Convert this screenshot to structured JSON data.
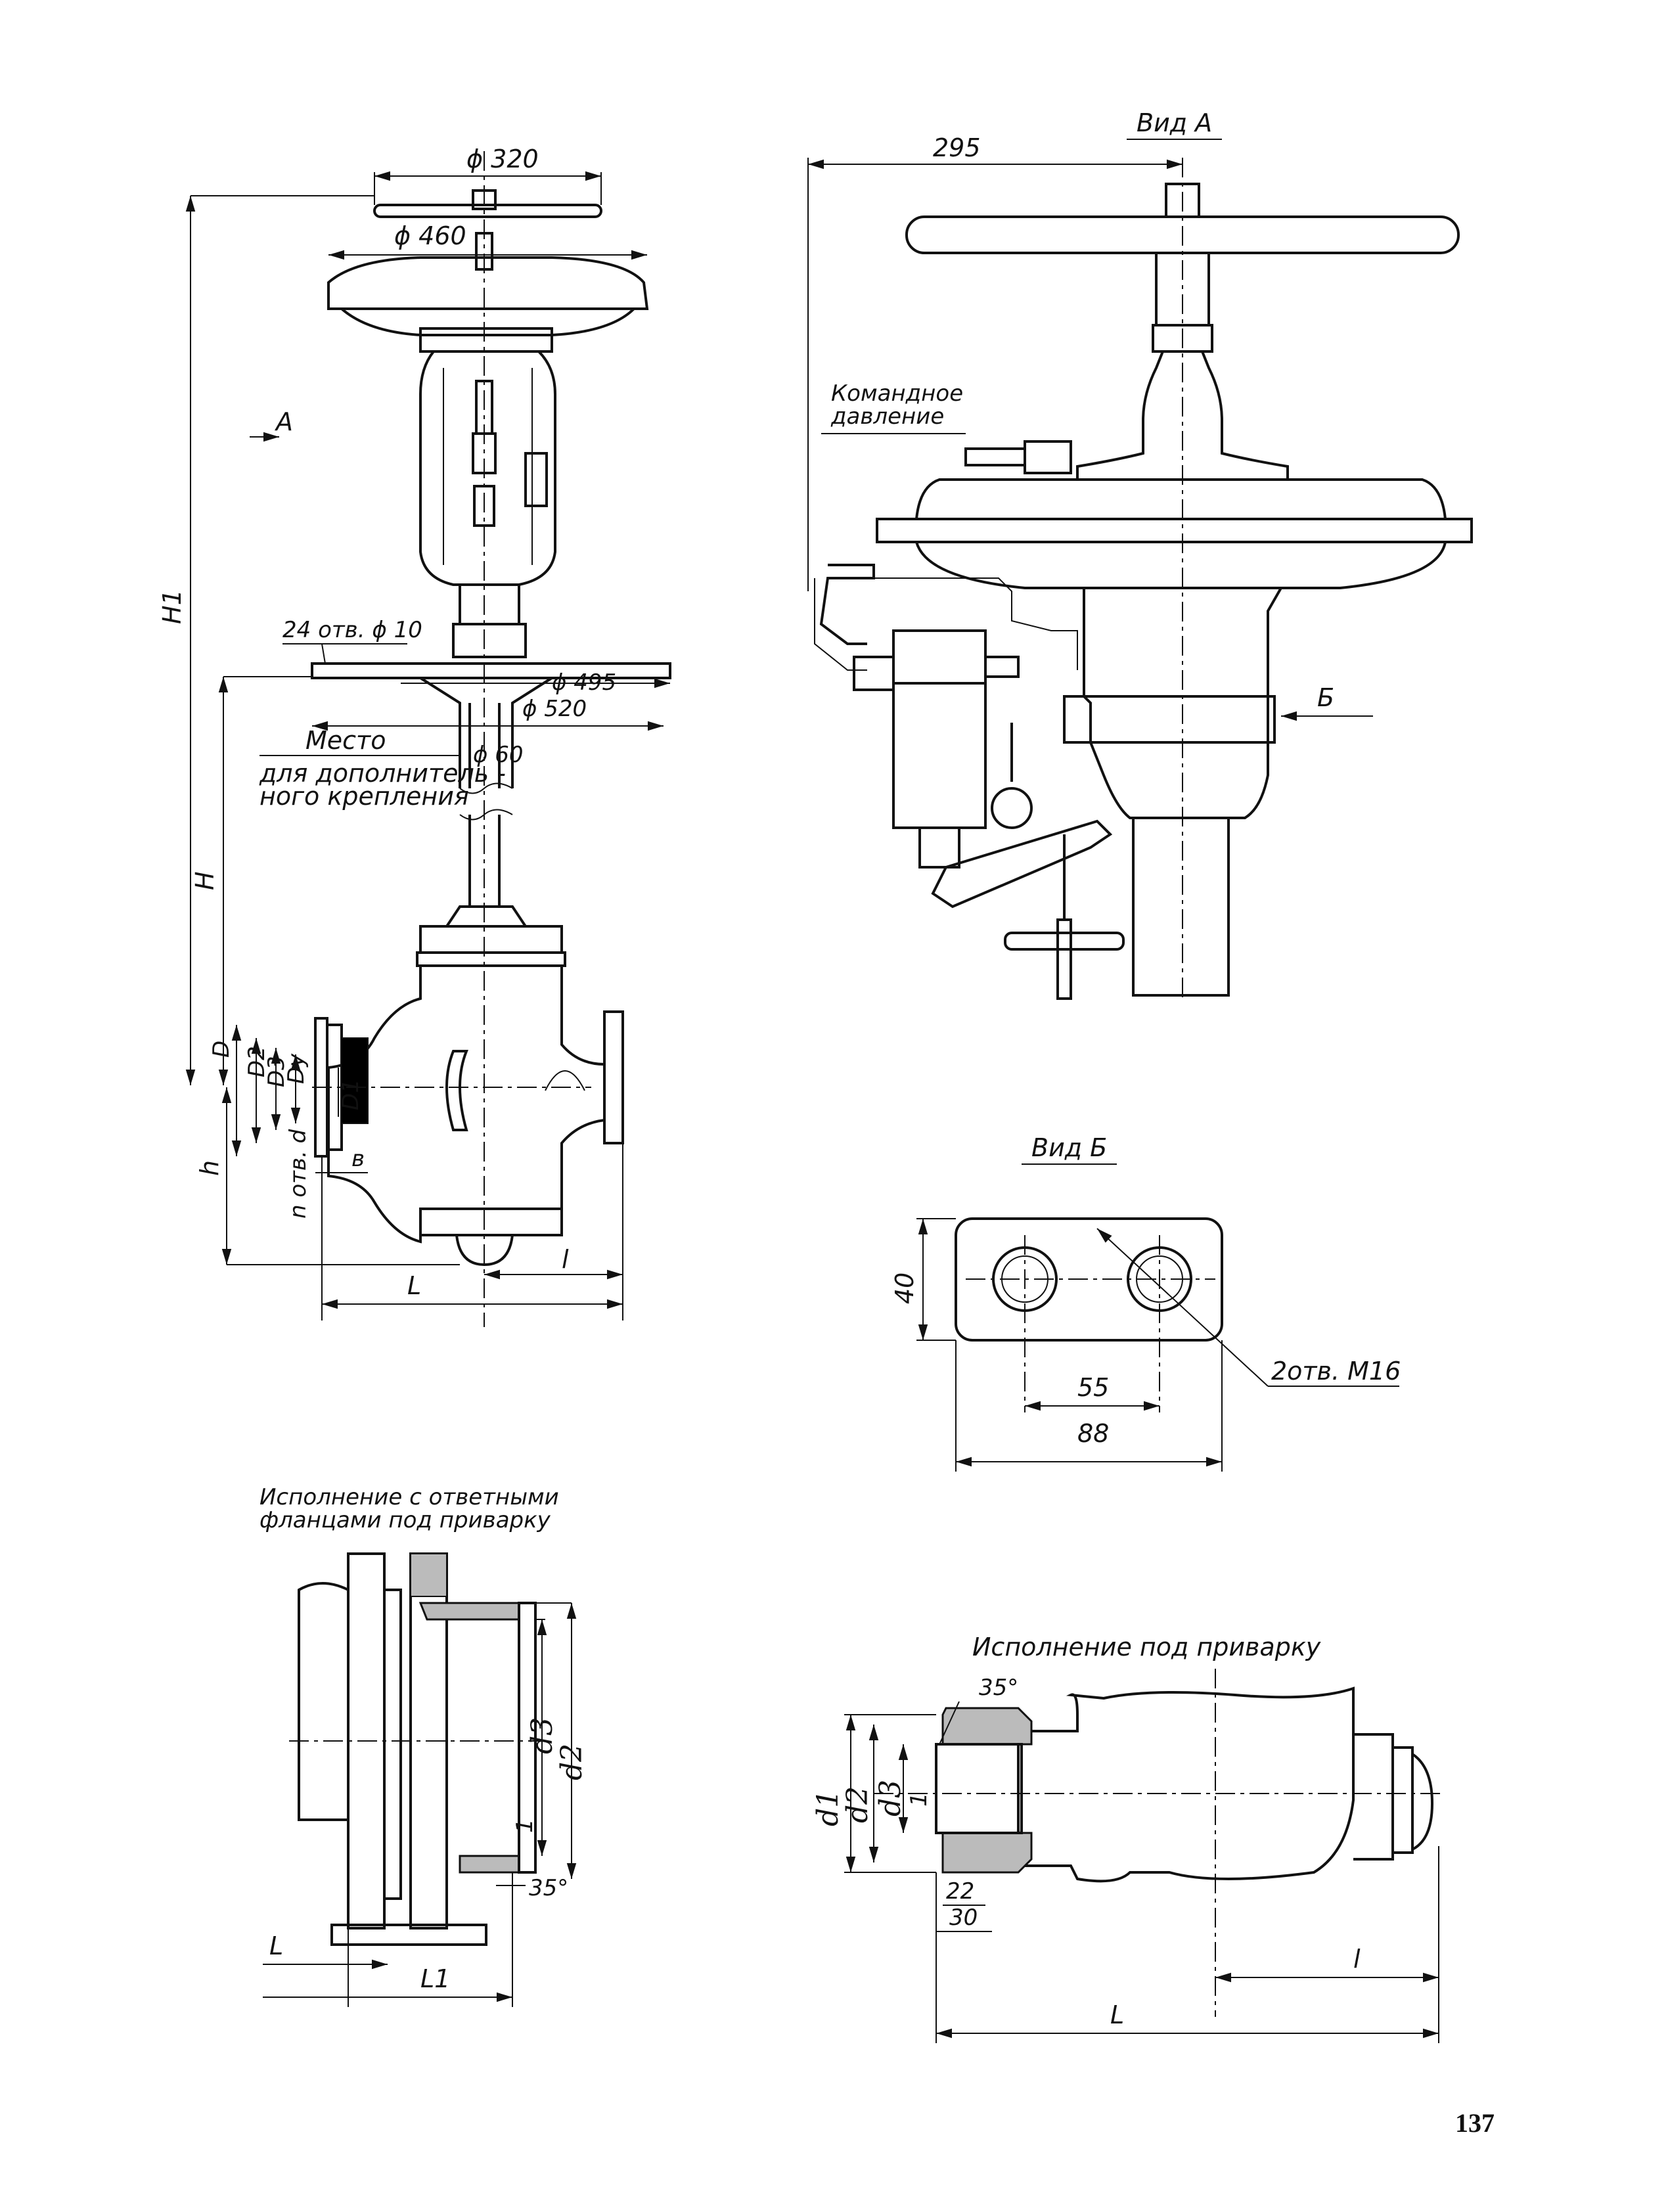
{
  "page_number": "137",
  "main_view": {
    "dims": {
      "d320": "ϕ 320",
      "d460": "ϕ 460",
      "holes": "24 отв. ϕ 10",
      "d495": "ϕ 495",
      "d520": "ϕ 520",
      "d60": "ϕ 60",
      "H1": "H1",
      "H": "H",
      "h": "h",
      "D": "D",
      "D2": "D2",
      "D3": "D3",
      "Dy": "Dy",
      "D1": "D1",
      "b": "в",
      "nd": "n отв. d",
      "L": "L",
      "l": "l",
      "arrowA": "A"
    },
    "note_place": "Место",
    "note_extra_1": "для дополнитель -",
    "note_extra_2": "ного крепления"
  },
  "view_a": {
    "title": "Вид А",
    "dim_295": "295",
    "command_1": "Командное",
    "command_2": "давление",
    "arrow_b": "Б"
  },
  "view_b": {
    "title": "Вид Б",
    "dim_40": "40",
    "dim_55": "55",
    "dim_88": "88",
    "holes": "2отв. М16"
  },
  "flanged": {
    "title_1": "Исполнение с ответными",
    "title_2": "фланцами под приварку",
    "d3": "d3",
    "d2": "d2",
    "one": "1",
    "angle": "35°",
    "L": "L",
    "L1": "L1"
  },
  "welded": {
    "title": "Исполнение под приварку",
    "angle": "35°",
    "d1": "d1",
    "d2": "d2",
    "d3": "d3",
    "one": "1",
    "dim22": "22",
    "dim30": "30",
    "L": "L",
    "l": "l"
  }
}
